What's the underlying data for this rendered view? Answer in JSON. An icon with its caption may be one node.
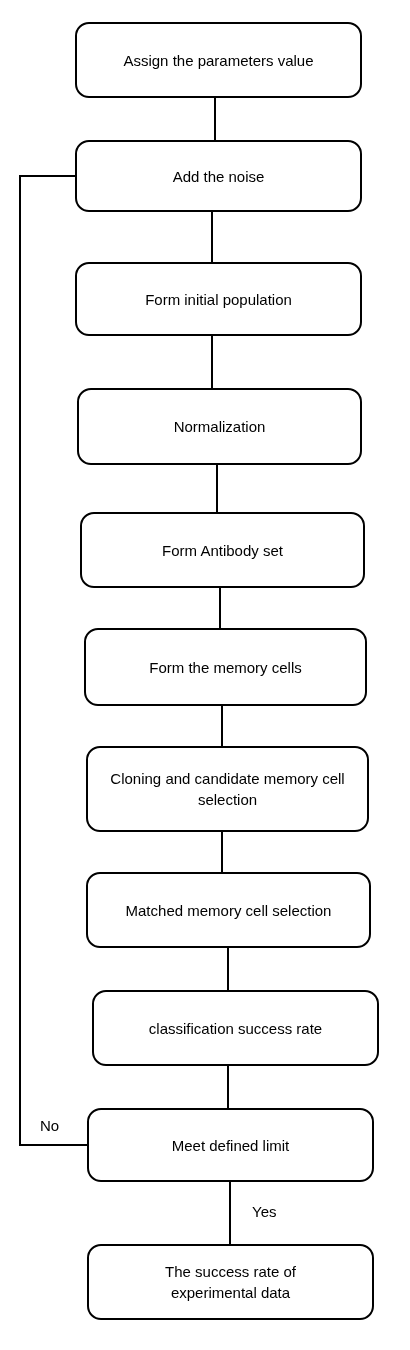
{
  "diagram": {
    "nodes": [
      {
        "text": [
          "Assign the parameters value"
        ]
      },
      {
        "text": [
          "Add the noise"
        ]
      },
      {
        "text": [
          "Form initial population"
        ]
      },
      {
        "text": [
          "Normalization"
        ]
      },
      {
        "text": [
          "Form Antibody set"
        ]
      },
      {
        "text": [
          "Form the memory cells"
        ]
      },
      {
        "text": [
          "Cloning and candidate memory cell  selection"
        ]
      },
      {
        "text": [
          "Matched memory cell selection"
        ]
      },
      {
        "text": [
          "classification success rate"
        ]
      },
      {
        "text": [
          "Meet defined limit"
        ]
      },
      {
        "text": [
          "The success rate of experimental data"
        ]
      }
    ],
    "edges": [
      {
        "from": 0,
        "to": 1,
        "arrow": "none"
      },
      {
        "from": 1,
        "to": 2,
        "arrow": "none"
      },
      {
        "from": 2,
        "to": 3,
        "arrow": "none"
      },
      {
        "from": 3,
        "to": 4,
        "arrow": "none"
      },
      {
        "from": 4,
        "to": 5,
        "arrow": "none"
      },
      {
        "from": 5,
        "to": 6,
        "arrow": "none"
      },
      {
        "from": 6,
        "to": 7,
        "arrow": "none"
      },
      {
        "from": 7,
        "to": 8,
        "arrow": "none"
      },
      {
        "from": 8,
        "to": 9,
        "arrow": "none"
      },
      {
        "from": 9,
        "to": 10,
        "arrow": "none",
        "label": "Yes"
      },
      {
        "from": 9,
        "to": 1,
        "arrow": "none",
        "label": "No"
      }
    ]
  }
}
